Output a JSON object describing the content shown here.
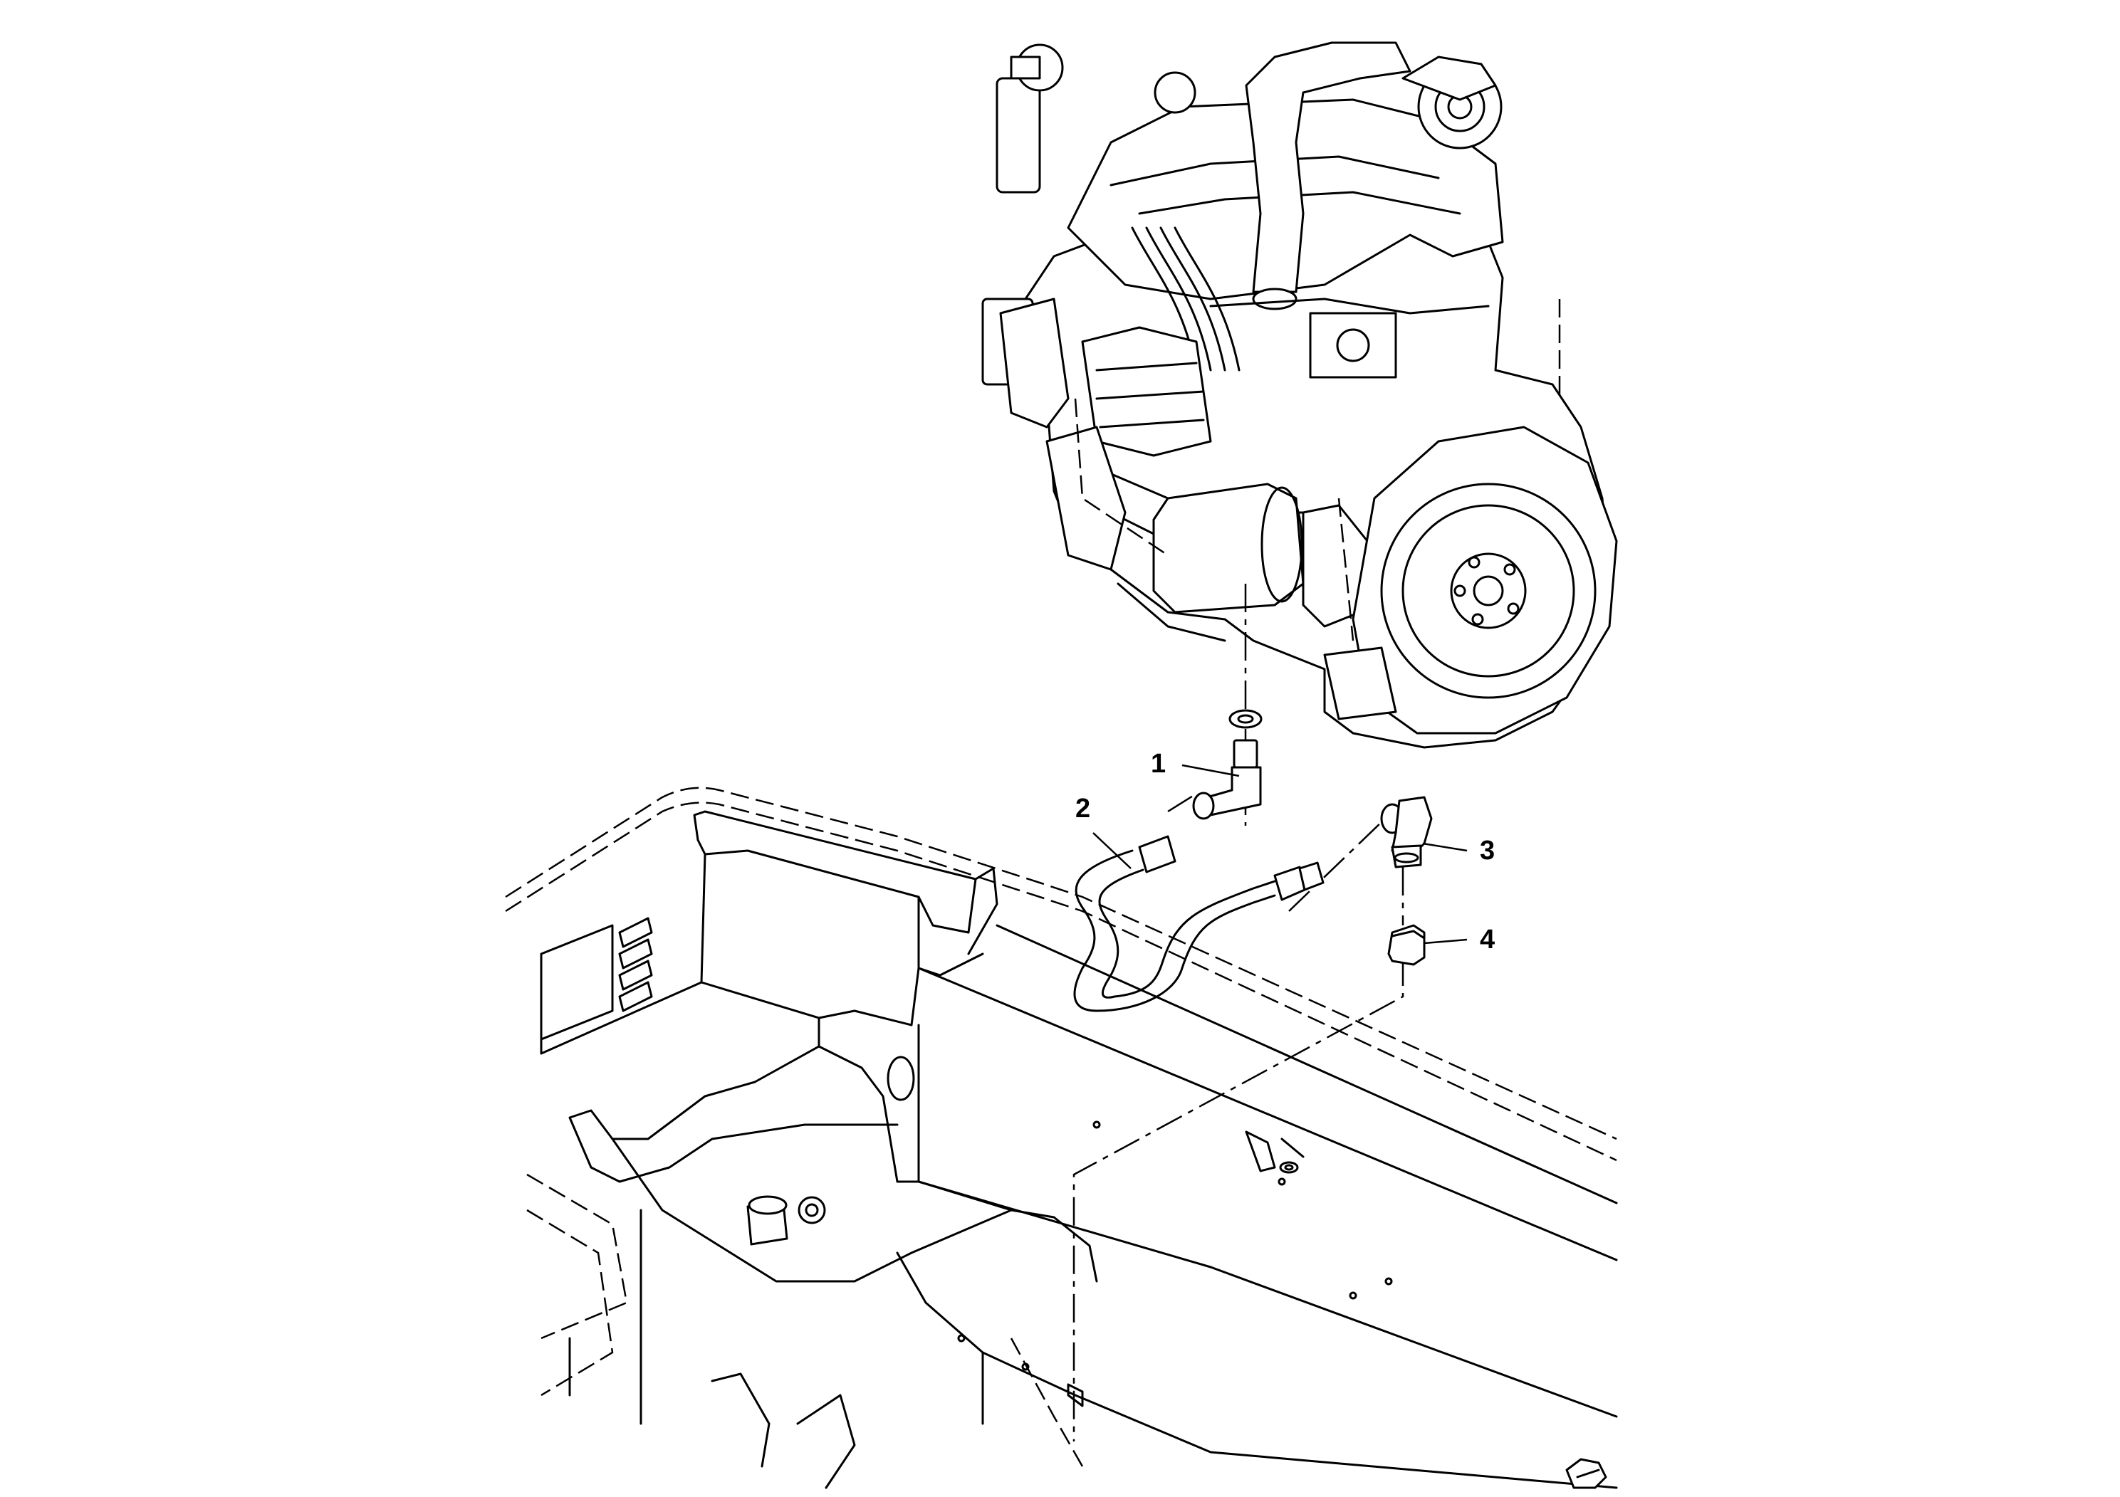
{
  "callouts": [
    {
      "label": "1",
      "part": "elbow-fitting"
    },
    {
      "label": "2",
      "part": "drain-hose"
    },
    {
      "label": "3",
      "part": "elbow-valve"
    },
    {
      "label": "4",
      "part": "cap-nut"
    }
  ]
}
